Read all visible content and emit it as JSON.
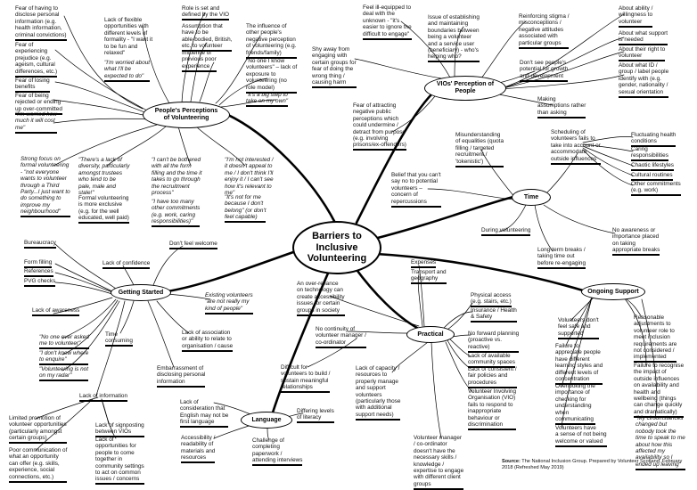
{
  "center": "Barriers to\nInclusive\nVolunteering",
  "branches": {
    "perceptions": "People's Perceptions\nof Volunteering",
    "vio": "VIOs' Perception of\nPeople",
    "time": "Time",
    "getting_started": "Getting Started",
    "practical": "Practical",
    "ongoing": "Ongoing Support",
    "language": "Language"
  },
  "source": {
    "label": "Source:",
    "text": "The National Inclusion Group. Prepared by Volunteer Scotland, February 2018 (Refreshed May 2019)"
  },
  "notes": {
    "p1": "Fear of having to\ndisclose personal\ninformation (e.g.\nhealth information,\ncriminal convictions)",
    "p2": "Fear of\nexperiencing\nprejudice (e.g.\nageism, cultural\ndifferences, etc.)",
    "p3": "Fear of losing\nbenefits",
    "p4": "Fear of being\nrejected or ending\nup over-committed",
    "p5": "\"I'm worried how\nmuch it will cost\nme\"",
    "p6": "Lack of flexible\nopportunities with\ndifferent levels of\nformality - \"I want it\nto be fun and\nrelaxed\"",
    "p7": "\"I'm worried about\nwhat I'll be\nexpected to do\"",
    "p8": "Role is set and\ndefined by the VIO",
    "p9": "Assumption that\nhave to be\nable-bodied, British,\netc. to volunteer",
    "p10": "Influence of\nprevious poor\nexperience",
    "p11": "The influence of\nother people's\nnegative perception\nof volunteering (e.g.\nfriends/family)",
    "p12": "\"No one I know\nvolunteers\" – lack of\nexposure to\nvolunteering (no\nrole model)",
    "p13": "\"It's a big step to\ntake on my own\"",
    "p14": "Strong focus on\nformal volunteering\n- \"not everyone\nwants to volunteer\nthrough a Third\nParty...I just want to\ndo something to\nimprove my\nneighbourhood\"",
    "p15": "\"There's a lack of\ndiversity, particularly\namongst trustees\nwho tend to be\npale, male and\nstale!\"",
    "p16": "Formal volunteering\nis more exclusive\n(e.g. for the well\neducated, well paid)",
    "p17": "\"I can't be bothered\nwith all the form\nfilling and the time it\ntakes to go through\nthe recruitment\nprocess\"",
    "p18": "\"I have too many\nother commitments\n(e.g. work, caring\nresponsibilities)\"",
    "p19": "\"I'm not interested /\nit doesn't appeal to\nme / I don't think I'll\nenjoy it / I can't see\nhow it's relevant to\nme\"",
    "p20": "\"It's not for me\nbecause I don't\nbelong\" (or don't\nfeel capable)",
    "v1": "Feel ill-equipped to\ndeal with the\nunknown - \"it's\neasier to ignore the\ndifficult to engage\"",
    "v2": "Shy away from\nengaging with\ncertain groups for\nfear of doing the\nwrong thing /\ncausing harm",
    "v3": "Issue of establishing\nand maintaining\nboundaries between\nbeing a volunteer\nand a service user\n(beneficiary) - who's\nhelping who?",
    "v4": "Reinforcing stigma /\nmisconceptions /\nnegative attitudes\nassociated with\nparticular groups",
    "v5": "Don't see people's\npotential for growth\nand development",
    "v6": "Making\nassumptions rather\nthan asking",
    "v7": "About ability /\nwillingness to\nvolunteer",
    "v8": "About what support\nis needed",
    "v9": "About their right to\nvolunteer",
    "v10": "About what ID /\ngroup / label people\nidentify with (e.g.\ngender, nationality /\nsexual orientation",
    "v11": "Fear of attracting\nnegative public\nperceptions which\ncould undermine /\ndetract from purpose\n(e.g. involving\nprisons/ex-offenders)",
    "t1": "Misunderstanding\nof equalities (quota\nfilling / targeted\nrecruitment /\n'tokenistic')",
    "t2": "Belief that you can't\nsay no to potential\nvolunteers –\nconcern of\nrepercussions",
    "t3": "Scheduling of\nvolunteers fails to\ntake into account or\naccommodate\noutside influences",
    "t4": "Fluctuating health\nconditions",
    "t5": "Caring\nresponsibilities",
    "t6": "Chaotic lifestyles",
    "t7": "Cultural routines",
    "t8": "Other commitments\n(e.g. work)",
    "t9": "During volunteering",
    "t10": "No awareness or\nimportance placed\non taking\nappropriate breaks",
    "t11": "Long-term breaks /\ntaking time out\nbefore re-engaging",
    "g1": "Bureaucracy",
    "g2": "Form filling",
    "g3": "References",
    "g4": "PVG checks",
    "g5": "Don't feel welcome",
    "g6": "Lack of confidence",
    "g7": "Existing volunteers\n\"are not really my\nkind of people\"",
    "g8": "Lack of awareness",
    "g9": "\"No one ever asked\nme to volunteer\"",
    "g10": "\"I don't know where\nto enquire\"",
    "g11": "\"Volunteering is not\non my radar\"",
    "g12": "Time\nconsuming",
    "g13": "Lack of association\nor ability to relate to\norganisation / cause",
    "g14": "Embarrassment of\ndisclosing personal\ninformation",
    "g15": "Lack of information",
    "g16": "Limited promotion of\nvolunteer opportunities\n(particularly amongst\ncertain groups)",
    "g17": "Poor communication of\nwhat an opportunity\ncan offer (e.g. skills,\nexperience, social\nconnections, etc.)",
    "g18": "Lack of signposting\nbetween VIOs",
    "g19": "Lack of\nopportunities for\npeople to come\ntogether in\ncommunity settings\nto act on common\nissues / concerns",
    "r1": "An over-reliance\non technology can\ncreate accessibility\nissues for certain\ngroups in society",
    "r2": "Expenses",
    "r3": "Transport and\ngeography",
    "r4": "Physical access\n(e.g. stairs, etc.)",
    "r5": "Insurance / Health\n& Safety",
    "r6": "No continuity of\nvolunteer manager /\nco-ordinator",
    "r7": "Difficult for\nvolunteers to build /\nsustain meaningful\nrelationships",
    "r8": "No forward planning\n(proactive vs.\nreactive)",
    "r9": "Lack of available\ncommunity spaces",
    "r10": "Lack of consistent /\nfair policies and\nprocedures",
    "r11": "Lack of capacity /\nresources to\nproperly manage\nand support\nvolunteers\n(particularly those\nwith additional\nsupport needs)",
    "r12": "Volunteer Involving\nOrganisation (VIO)\nfails to respond to\ninappropriate\nbehaviour or\ndiscrimination",
    "r13": "Volunteer manager\n/ co-ordinator\ndoesn't have the\nnecessary skills /\nknowledge /\nexpertise to engage\nwith different client\ngroups",
    "l1": "Lack of\nconsideration that\nEnglish may not be\nfirst language",
    "l2": "Accessibility /\nreadability of\nmaterials and\nresources",
    "l3": "Differing levels\nof literacy",
    "l4": "Challenge of\ncompleting\npaperwork /\nattending interviews",
    "o1": "Volunteers don't\nfeel safe and\nsupported",
    "o2": "Failure to\nappreciate people\nhave different\nlearning styles and\ndifferent levels of\nconcentration",
    "o3": "Overlooking the\nimportance of\nchecking for\nunderstanding\nwhen\ncommunicating",
    "o4": "Volunteers have\na sense of not being\nwelcome or valued",
    "o5": "Reasonable\nadjustments to\nvolunteer role to\nmeet inclusion\nrequirements are\nnot considered /\nimplemented",
    "o6": "Failure to recognise\nthe impact of\noutside influences\non availability and\nhealth and\nwellbeing (things\ncan change quickly\nand dramatically)",
    "o7": "\"My circumstances\nchanged but\nnobody took the\ntime to speak to me\nabout how this\naffected my\navailability so I\nended up leaving\""
  }
}
